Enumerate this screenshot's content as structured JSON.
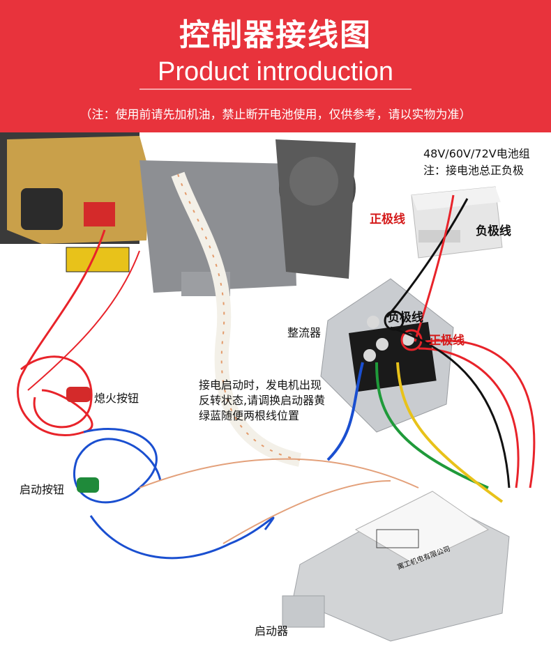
{
  "header": {
    "title": "控制器接线图",
    "subtitle": "Product introduction",
    "note": "（注：使用前请先加机油，禁止断开电池使用，仅供参考，请以实物为准）"
  },
  "labels": {
    "battery_title": "48V/60V/72V电池组",
    "battery_note": "注：接电池总正负极",
    "positive_top": "正极线",
    "negative_top": "负极线",
    "rectifier": "整流器",
    "negative_mid": "负极线",
    "positive_mid": "正极线",
    "flameout_button": "熄火按钮",
    "instruction_l1": "接电启动时，发电机出现",
    "instruction_l2": "反转状态,请调换启动器黄",
    "instruction_l3": "绿蓝随便两根线位置",
    "start_button": "启动按钮",
    "starter": "启动器",
    "starter_plate": "寓工机电有限公司"
  },
  "colors": {
    "banner": "#e8333c",
    "engine": "#c9a04a",
    "wire_red": "#e8232a",
    "wire_blue": "#1a4fd0",
    "wire_green": "#1f9a3a",
    "wire_yellow": "#e8c21a",
    "wire_black": "#111111"
  }
}
